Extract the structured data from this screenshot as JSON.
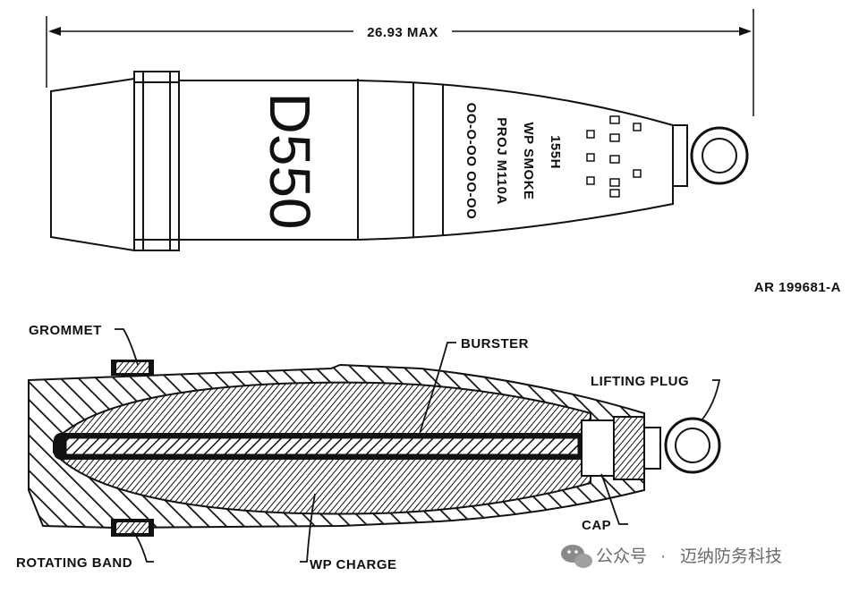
{
  "top_view": {
    "dimension_label": "26.93 MAX",
    "body_marking": "D550",
    "stencil_lines": [
      "155H",
      "WP SMOKE",
      "PROJ M110A",
      "OO-O-OO OO-OO"
    ],
    "figure_ref": "AR 199681-A"
  },
  "cutaway": {
    "labels": {
      "grommet": "GROMMET",
      "burster": "BURSTER",
      "lifting_plug": "LIFTING PLUG",
      "cap": "CAP",
      "rotating_band": "ROTATING BAND",
      "wp_charge": "WP CHARGE"
    }
  },
  "watermark": {
    "separator": "·",
    "left_text": "公众号",
    "right_text": "迈纳防务科技"
  }
}
